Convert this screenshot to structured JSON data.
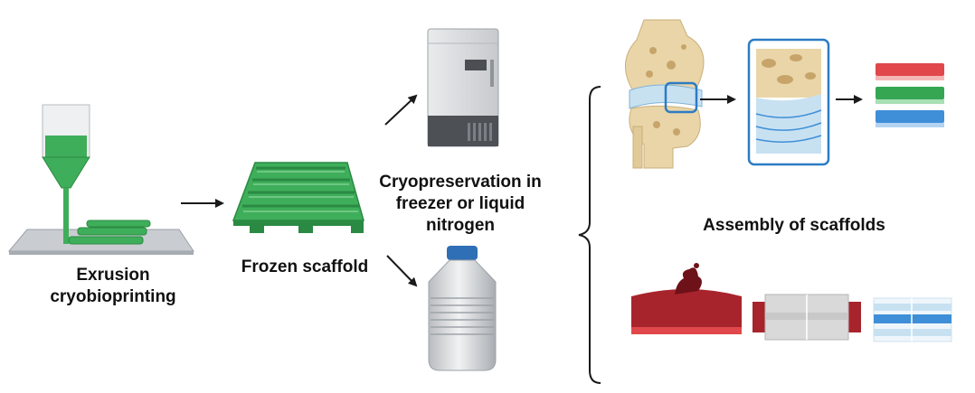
{
  "labels": {
    "extrusion": "Exrusion cryobioprinting",
    "frozen": "Frozen scaffold",
    "cryopreservation": "Cryopreservation in freezer or liquid nitrogen",
    "assembly": "Assembly of scaffolds"
  },
  "colors": {
    "scaffold_green": "#3fae5a",
    "scaffold_green_dark": "#2a8a43",
    "zoom_blue": "#2c7cc4",
    "layer_red": "#e0484b",
    "layer_green": "#36a653",
    "layer_blue": "#3f8fd8",
    "tissue_red": "#a8242c",
    "bone_tan": "#e9d5a8",
    "cartilage_blue": "#c8e1f1"
  },
  "icons": {
    "printer": "bioprinter-icon",
    "scaffold": "frozen-scaffold-icon",
    "freezer": "freezer-icon",
    "dewar": "liquid-nitrogen-dewar-icon",
    "knee": "knee-joint-icon",
    "zoom": "cartilage-zoom-icon",
    "stack": "scaffold-stack-icon",
    "vessel_damaged": "damaged-vessel-icon",
    "vessel_graft": "vessel-graft-icon",
    "vessel_repaired": "repaired-vessel-icon"
  }
}
